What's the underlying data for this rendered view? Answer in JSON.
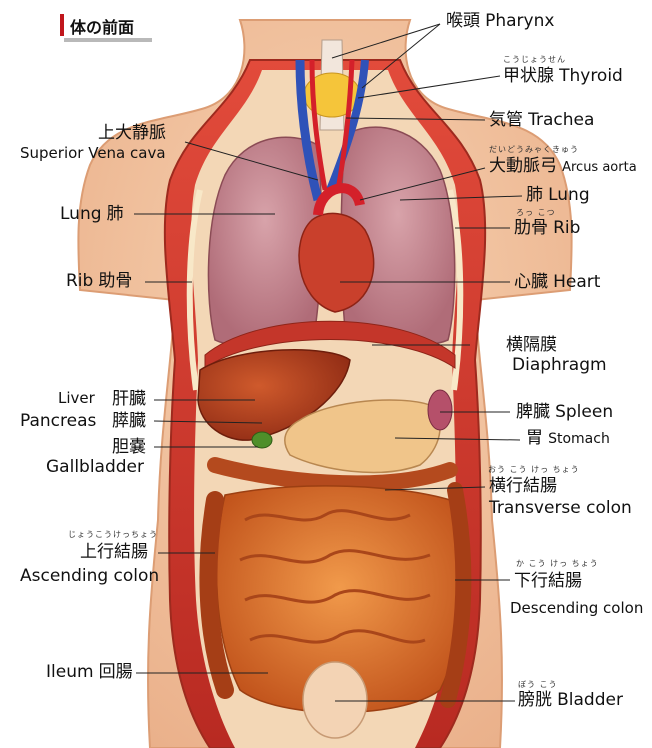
{
  "title": "体の前面",
  "labels": {
    "pharynx": {
      "jp": "喉頭",
      "en": "Pharynx"
    },
    "thyroid": {
      "jp": "甲状腺",
      "en": "Thyroid",
      "furigana": "こうじょうせん"
    },
    "trachea": {
      "jp": "気管",
      "en": "Trachea"
    },
    "sup_vena": {
      "jp": "上大静脈",
      "en": "Superior Vena cava"
    },
    "arcus": {
      "jp": "大動脈弓",
      "en": "Arcus aorta",
      "furigana": "だいどうみゃくきゅう"
    },
    "lung_r": {
      "jp": "肺",
      "en": "Lung"
    },
    "lung_l": {
      "jp": "肺",
      "en": "Lung"
    },
    "rib_r": {
      "jp": "肋骨",
      "en": "Rib",
      "furigana": "ろっ こつ"
    },
    "rib_l": {
      "jp": "助骨",
      "en": "Rib"
    },
    "heart": {
      "jp": "心臓",
      "en": "Heart"
    },
    "diaphragm": {
      "jp": "横隔膜",
      "en": "Diaphragm"
    },
    "liver": {
      "jp": "肝臓",
      "en": "Liver"
    },
    "pancreas": {
      "jp": "膵臓",
      "en": "Pancreas"
    },
    "spleen": {
      "jp": "脾臓",
      "en": "Spleen"
    },
    "stomach": {
      "jp": "胃",
      "en": "Stomach"
    },
    "gallbladder": {
      "jp": "胆嚢",
      "en": "Gallbladder"
    },
    "transverse": {
      "jp": "横行結腸",
      "en": "Transverse colon",
      "furigana": "おう こう けっ ちょう"
    },
    "ascending": {
      "jp": "上行結腸",
      "en": "Ascending colon",
      "furigana": "じょうこうけっちょう"
    },
    "descending": {
      "jp": "下行結腸",
      "en": "Descending colon",
      "furigana": "か こう けっ ちょう"
    },
    "ileum": {
      "jp": "回腸",
      "en": "Ileum"
    },
    "bladder": {
      "jp": "膀胱",
      "en": "Bladder",
      "furigana": "ぼう こう"
    }
  },
  "colors": {
    "skin": "#f4c7a1",
    "skin_edge": "#e3a57d",
    "muscle": "#d2382f",
    "lung": "#c98a93",
    "liver": "#b4421f",
    "intestine": "#d96a28",
    "stomach": "#f0c58a",
    "vein": "#2f52b8",
    "artery": "#d4202a",
    "thyroid": "#f5c53a",
    "accent": "#c0161c"
  }
}
